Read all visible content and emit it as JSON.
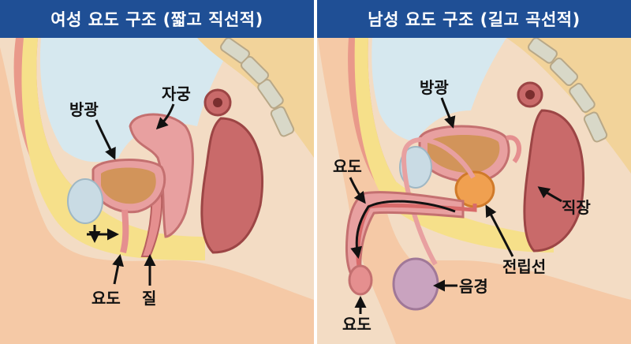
{
  "female": {
    "title": "여성 요도 구조 (짧고 직선적)",
    "labels": {
      "bladder": "방광",
      "uterus": "자궁",
      "urethra": "요도",
      "vagina": "질"
    }
  },
  "male": {
    "title": "남성 요도 구조 (길고 곡선적)",
    "labels": {
      "bladder": "방광",
      "urethra_upper": "요도",
      "rectum": "직장",
      "prostate": "전립선",
      "testis": "음경",
      "urethra_lower": "요도"
    }
  },
  "colors": {
    "header": "#1f4f95",
    "skin": "#f3dcc4",
    "fat": "#f6e08a",
    "organ": "#e8a0a0",
    "cavity": "#d6e8ef"
  }
}
